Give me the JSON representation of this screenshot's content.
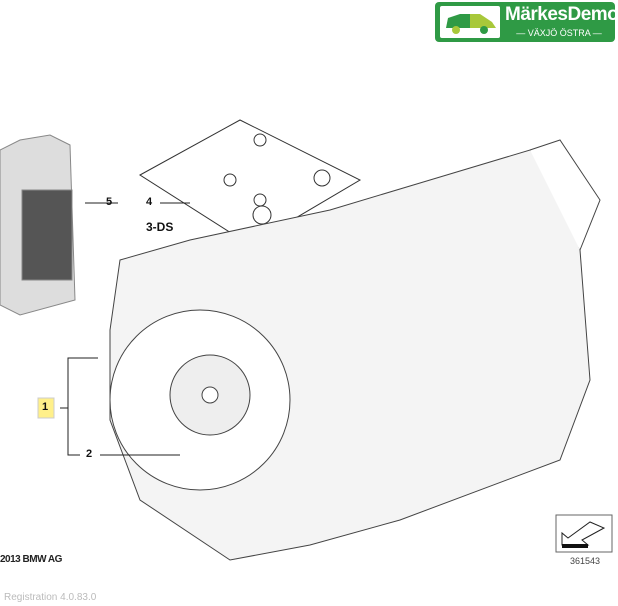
{
  "logo": {
    "name": "MärkesDemo",
    "subtitle": "— VÄXJÖ ÖSTRA —",
    "color": "#2f9a45"
  },
  "callouts": [
    "5",
    "4",
    "3-DS",
    "1",
    "2"
  ],
  "copyright": "2013 BMW AG",
  "diagram_number": "361543",
  "footer": {
    "registration": "Registration 4.0.83.0"
  }
}
